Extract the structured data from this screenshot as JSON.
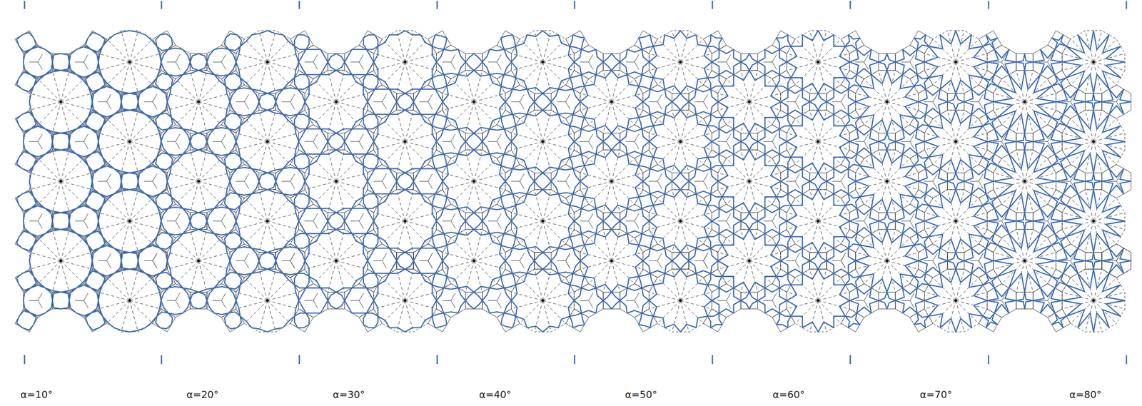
{
  "diagram": {
    "labels": [
      "α=10°",
      "α=20°",
      "α=30°",
      "α=40°",
      "α=50°",
      "α=60°",
      "α=70°",
      "α=80°"
    ]
  }
}
